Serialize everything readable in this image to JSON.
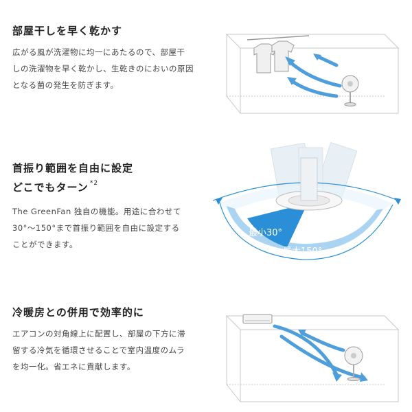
{
  "sections": [
    {
      "heading": "部屋干しを早く乾かす",
      "body": [
        "広がる風が洗濯物に均一にあたるので、部屋干",
        "しの洗濯物を早く乾かし、生乾きのにおいの原因",
        "となる菌の発生を防ぎます。"
      ]
    },
    {
      "heading": "首振り範囲を自由に設定",
      "heading2": "どこでもターン",
      "note": "*2",
      "body": [
        "The GreenFan 独自の機能。用途に合わせて",
        "30°～150°まで首振り範囲を自由に設定する",
        "ことができます。"
      ],
      "min_label": "最小30°",
      "max_label": "最大150°"
    },
    {
      "heading": "冷暖房との併用で効率的に",
      "body": [
        "エアコンの対角線上に配置し、部屋の下方に滞",
        "留する冷気を循環させることで室内温度のムラ",
        "を均一化。省エネに貢献します。"
      ]
    }
  ],
  "colors": {
    "accent": "#2a8fd6",
    "accent_light": "#8fc5ee",
    "arrow": "#4f9edc"
  }
}
